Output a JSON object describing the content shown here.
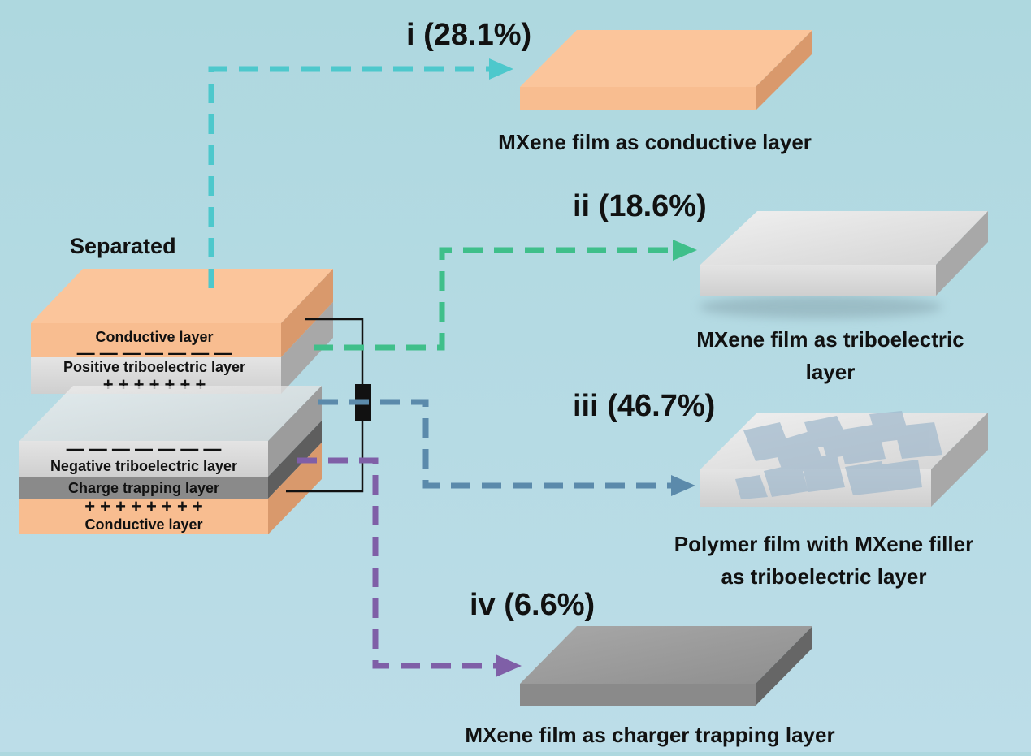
{
  "stack": {
    "title": "Separated",
    "top_layers": [
      {
        "label": "Conductive layer",
        "charges": "— — — — — — —"
      },
      {
        "label": "Positive triboelectric layer",
        "charges": "+ + + + + + +"
      }
    ],
    "bottom_layers": [
      {
        "label": "Negative triboelectric layer",
        "charges": "— — — — — — —"
      },
      {
        "label": "Charge trapping layer"
      },
      {
        "label": "Conductive layer",
        "charges": "+ + + + + + + +"
      }
    ]
  },
  "branches": [
    {
      "id": "i",
      "title": "i (28.1%)",
      "caption_lines": [
        "MXene film as conductive layer"
      ],
      "color": "#4dc8cc"
    },
    {
      "id": "ii",
      "title": "ii (18.6%)",
      "caption_lines": [
        "MXene film as triboelectric",
        "layer"
      ],
      "color": "#3fbf8a"
    },
    {
      "id": "iii",
      "title": "iii (46.7%)",
      "caption_lines": [
        "Polymer film with MXene filler",
        "as triboelectric layer"
      ],
      "color": "#5b8aab"
    },
    {
      "id": "iv",
      "title": "iv (6.6%)",
      "caption_lines": [
        "MXene film as charger trapping layer"
      ],
      "color": "#7f5fa7"
    }
  ],
  "colors": {
    "conductive_front": "#f8bd90",
    "conductive_top": "#fbcba3",
    "conductive_side": "#d9996c",
    "tribo_front": "#dcdcdc",
    "tribo_top": "#e8e8e8",
    "tribo_side": "#a8a8a8",
    "trapping_front": "#8a8a8a",
    "trapping_top": "#9a9a9a",
    "trapping_side": "#666666",
    "wire": "#111111"
  }
}
